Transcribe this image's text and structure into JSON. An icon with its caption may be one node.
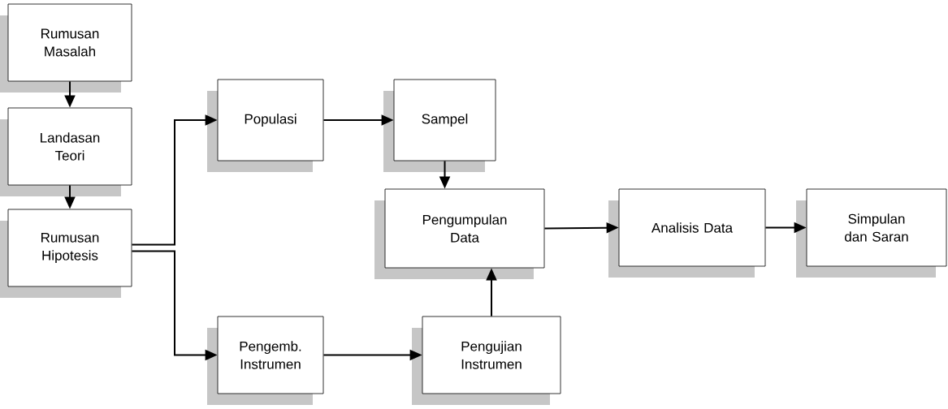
{
  "diagram": {
    "nodes": [
      {
        "text": [
          "Rumusan Masalah"
        ]
      },
      {
        "text": [
          "Landasan Teori"
        ]
      },
      {
        "text": [
          "Rumusan Hipotesis"
        ]
      },
      {
        "text": [
          "Populasi"
        ]
      },
      {
        "text": [
          "Sampel"
        ]
      },
      {
        "text": [
          "Pengumpulan Data"
        ]
      },
      {
        "text": [
          "Analisis Data"
        ]
      },
      {
        "text": [
          "Simpulan dan Saran"
        ]
      },
      {
        "text": [
          "Pengemb. Instrumen"
        ]
      },
      {
        "text": [
          "Pengujian Instrumen"
        ]
      }
    ],
    "edges": [
      {
        "from": 0,
        "to": 1,
        "arrow": "to"
      },
      {
        "from": 1,
        "to": 2,
        "arrow": "to"
      },
      {
        "from": 2,
        "to": 3,
        "arrow": "to"
      },
      {
        "from": 2,
        "to": 8,
        "arrow": "to"
      },
      {
        "from": 3,
        "to": 4,
        "arrow": "to"
      },
      {
        "from": 4,
        "to": 5,
        "arrow": "to"
      },
      {
        "from": 8,
        "to": 9,
        "arrow": "to"
      },
      {
        "from": 9,
        "to": 5,
        "arrow": "to"
      },
      {
        "from": 5,
        "to": 6,
        "arrow": "to"
      },
      {
        "from": 6,
        "to": 7,
        "arrow": "to"
      }
    ]
  }
}
